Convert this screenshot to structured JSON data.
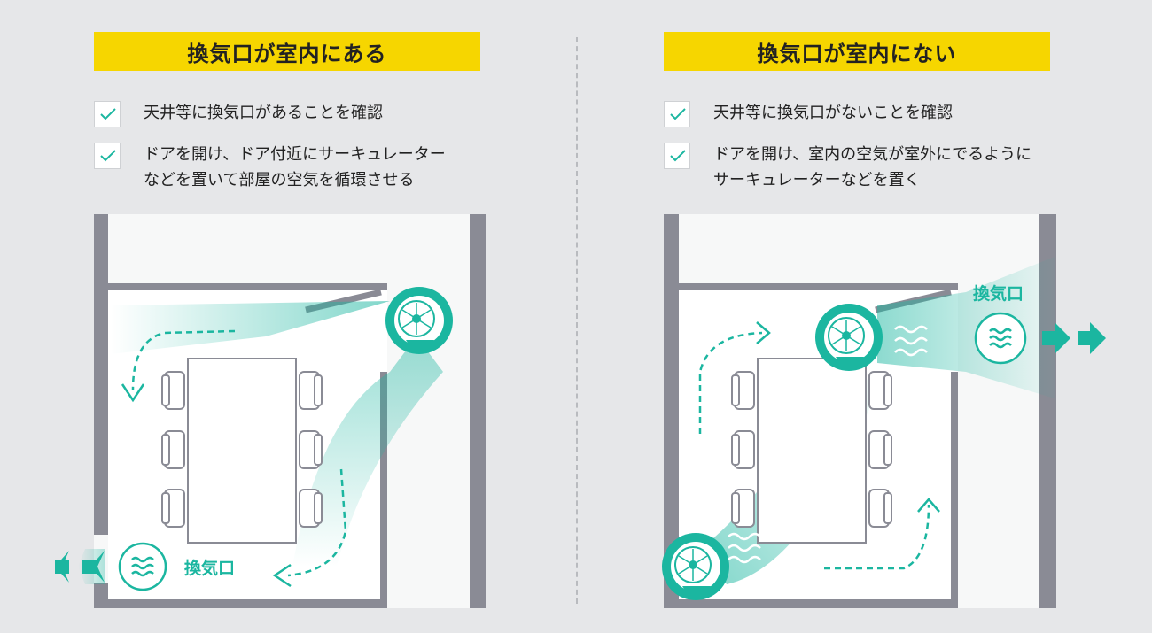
{
  "left": {
    "title": "換気口が室内にある",
    "items": [
      {
        "line1": "天井等に換気口があることを確認",
        "line2": ""
      },
      {
        "line1": "ドアを開け、ドア付近にサーキュレーター",
        "line2": "などを置いて部屋の空気を循環させる"
      }
    ],
    "vent_label": "換気口"
  },
  "right": {
    "title": "換気口が室内にない",
    "items": [
      {
        "line1": "天井等に換気口がないことを確認",
        "line2": ""
      },
      {
        "line1": "ドアを開け、室内の空気が室外にでるように",
        "line2": "サーキュレーターなどを置く"
      }
    ],
    "vent_label": "換気口"
  },
  "colors": {
    "accent": "#1bb6a0",
    "title_bg": "#f6d600",
    "wall": "#8a8b95",
    "background": "#e6e7e9"
  },
  "icons": [
    "checkmark-icon",
    "circulator-fan-icon",
    "air-wave-icon",
    "vent-icon",
    "arrow-icon"
  ]
}
